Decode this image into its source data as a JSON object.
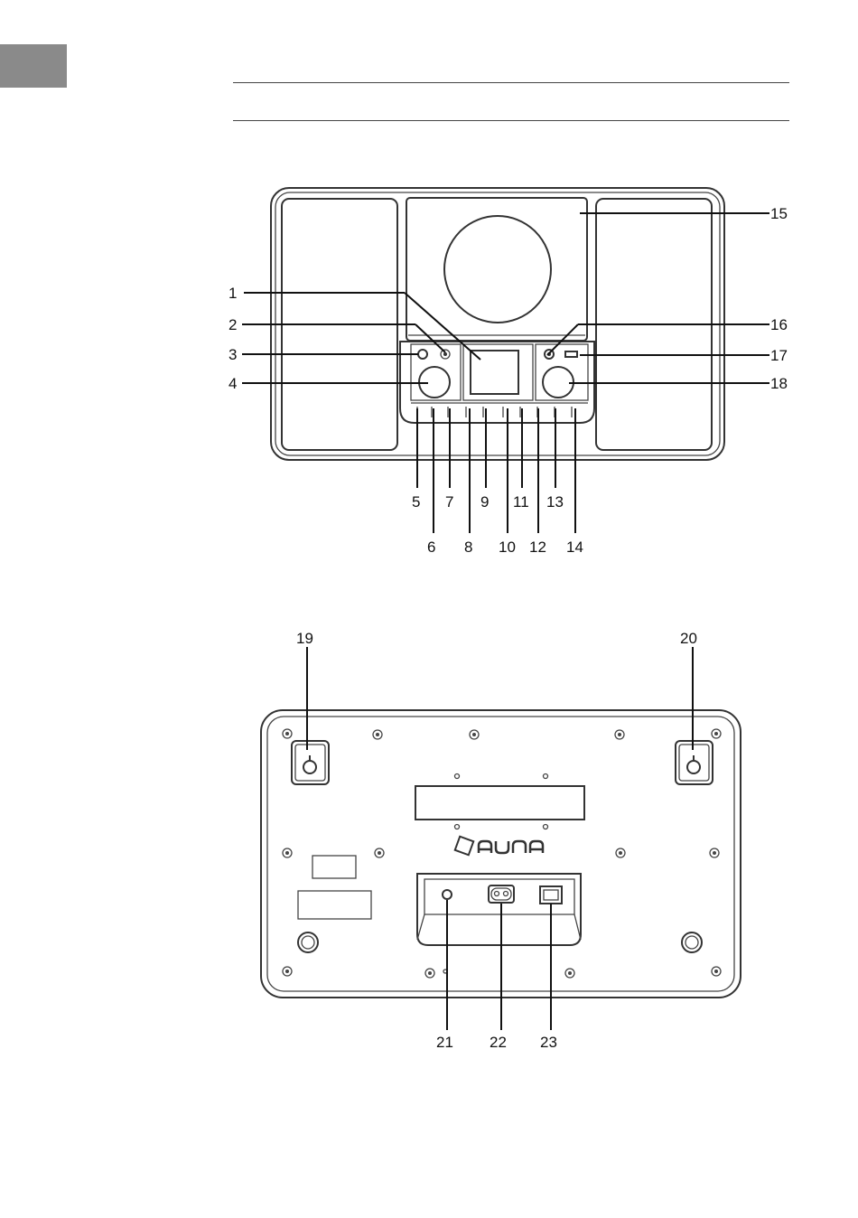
{
  "header": {
    "tab_color": "#8a8a8a"
  },
  "front_view": {
    "callouts": [
      {
        "id": "1",
        "label": "1"
      },
      {
        "id": "2",
        "label": "2"
      },
      {
        "id": "3",
        "label": "3"
      },
      {
        "id": "4",
        "label": "4"
      },
      {
        "id": "5",
        "label": "5"
      },
      {
        "id": "6",
        "label": "6"
      },
      {
        "id": "7",
        "label": "7"
      },
      {
        "id": "8",
        "label": "8"
      },
      {
        "id": "9",
        "label": "9"
      },
      {
        "id": "10",
        "label": "10"
      },
      {
        "id": "11",
        "label": "11"
      },
      {
        "id": "12",
        "label": "12"
      },
      {
        "id": "13",
        "label": "13"
      },
      {
        "id": "14",
        "label": "14"
      },
      {
        "id": "15",
        "label": "15"
      },
      {
        "id": "16",
        "label": "16"
      },
      {
        "id": "17",
        "label": "17"
      },
      {
        "id": "18",
        "label": "18"
      }
    ]
  },
  "back_view": {
    "brand_logo": "auna",
    "callouts": [
      {
        "id": "19",
        "label": "19"
      },
      {
        "id": "20",
        "label": "20"
      },
      {
        "id": "21",
        "label": "21"
      },
      {
        "id": "22",
        "label": "22"
      },
      {
        "id": "23",
        "label": "23"
      }
    ]
  }
}
